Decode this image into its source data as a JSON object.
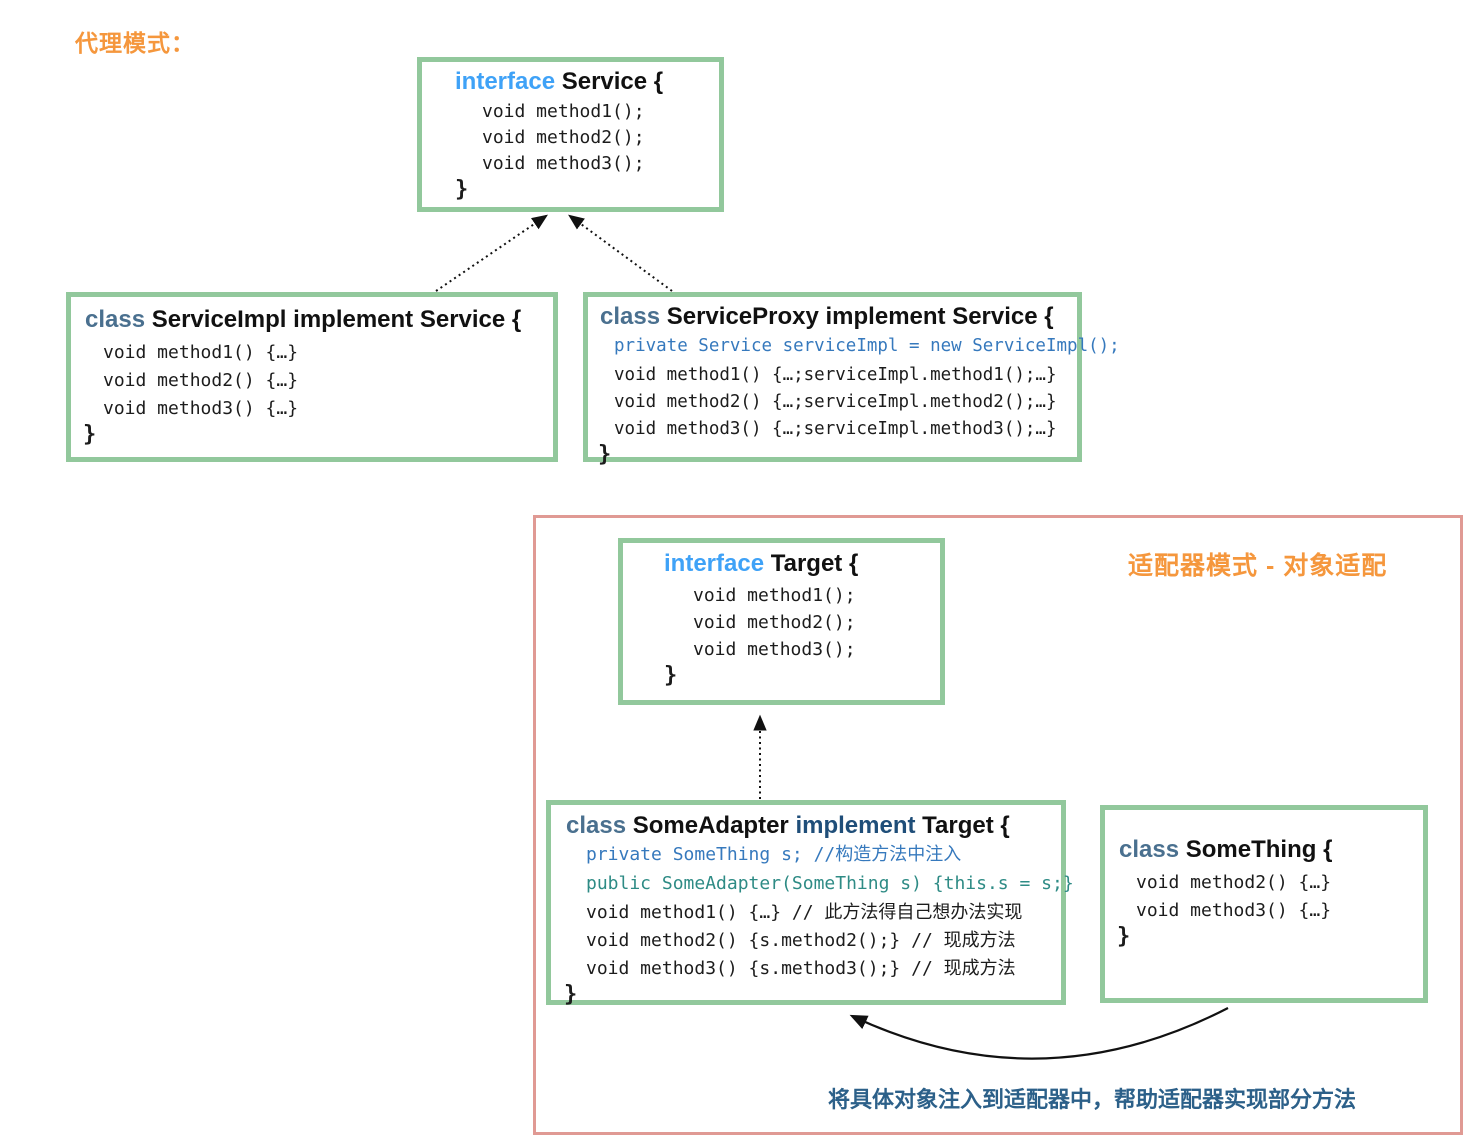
{
  "colors": {
    "section_title_orange": "#F5973D",
    "box_border_green": "#92C89C",
    "container_border_pink": "#E09A94",
    "keyword_interface_blue": "#3FA2F7",
    "keyword_class_slate": "#4A708F",
    "keyword_implement_blue": "#1F4E79",
    "code_field_blue": "#3679BD",
    "code_ctor_teal": "#2E8B85",
    "note_text_blue": "#2C6089"
  },
  "proxy": {
    "title": "代理模式：",
    "service_interface": {
      "keyword": "interface",
      "name": "Service {",
      "lines": [
        "void method1();",
        "void method2();",
        "void method3();"
      ],
      "close": "}"
    },
    "service_impl": {
      "keyword": "class",
      "name": "ServiceImpl implement Service {",
      "lines": [
        "void method1() {…}",
        "void method2() {…}",
        "void method3() {…}"
      ],
      "close": "}"
    },
    "service_proxy": {
      "keyword": "class",
      "name": "ServiceProxy implement Service {",
      "field_line": "private Service serviceImpl = new ServiceImpl();",
      "lines": [
        "void method1() {…;serviceImpl.method1();…}",
        "void method2() {…;serviceImpl.method2();…}",
        "void method3() {…;serviceImpl.method3();…}"
      ],
      "close": "}"
    }
  },
  "adapter": {
    "title": "适配器模式 - 对象适配",
    "note": "将具体对象注入到适配器中，帮助适配器实现部分方法",
    "target_interface": {
      "keyword": "interface",
      "name": "Target {",
      "lines": [
        "void method1();",
        "void method2();",
        "void method3();"
      ],
      "close": "}"
    },
    "some_adapter": {
      "keyword": "class",
      "name_part1": "SomeAdapter",
      "keyword2": "implement",
      "name_part2": "Target {",
      "field_line": "private SomeThing s; //构造方法中注入",
      "ctor_line": "public SomeAdapter(SomeThing s) {this.s = s;}",
      "lines": [
        "void method1() {…} // 此方法得自己想办法实现",
        "void method2() {s.method2();} // 现成方法",
        "void method3() {s.method3();} // 现成方法"
      ],
      "close": "}"
    },
    "some_thing": {
      "keyword": "class",
      "name": "SomeThing {",
      "lines": [
        "void method2() {…}",
        "void method3() {…}"
      ],
      "close": "}"
    }
  }
}
